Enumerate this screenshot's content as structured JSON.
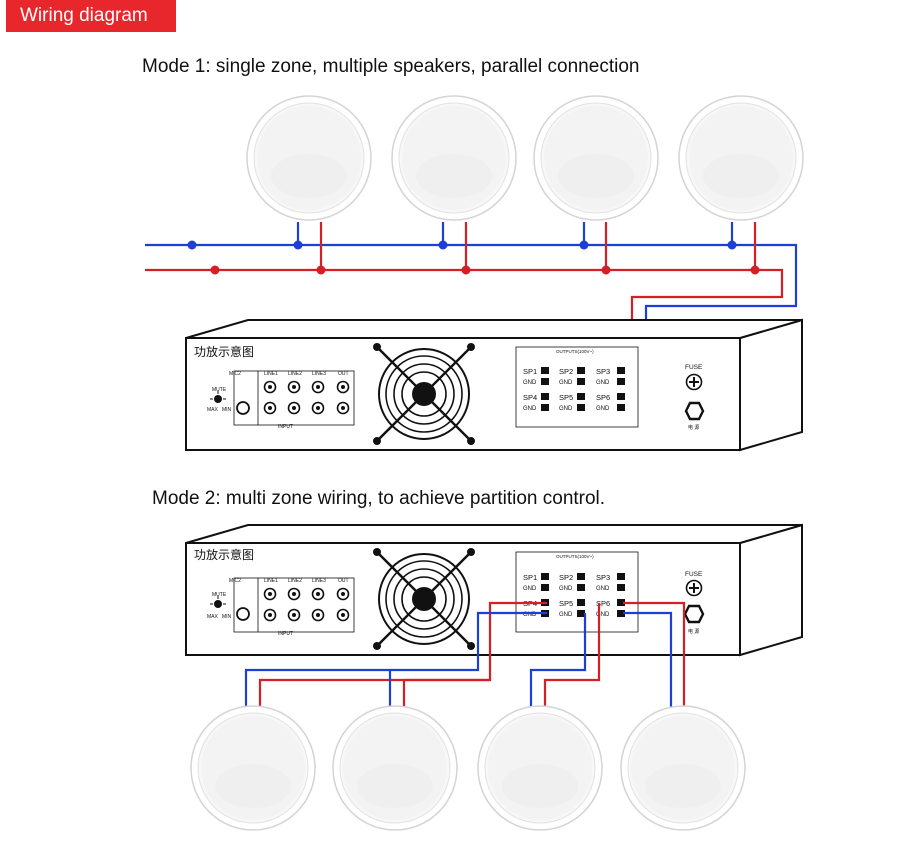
{
  "header": {
    "tag": "Wiring diagram"
  },
  "mode1": {
    "heading": "Mode 1: single zone, multiple speakers, parallel connection"
  },
  "mode2": {
    "heading": "Mode 2: multi zone wiring, to achieve partition control."
  },
  "amplifier": {
    "title": "功放示意图",
    "mic_label": "MIC2",
    "mute_label": "MUTE",
    "max_label": "MAX",
    "min_label": "MIN",
    "line_labels": [
      "LINE1",
      "LINE2",
      "LINE3",
      "OUT"
    ],
    "input_label": "INPUT",
    "outputs_label": "OUTPUTS(100V~)",
    "sp_labels": [
      "SP1",
      "SP2",
      "SP3",
      "SP4",
      "SP5",
      "SP6"
    ],
    "gnd_label": "GND",
    "fuse_label": "FUSE",
    "power_label": "电 源"
  },
  "colors": {
    "header_bg": "#e8272c",
    "wire_blue": "#1c3fd8",
    "wire_red": "#d41f26",
    "outline": "#111111"
  },
  "icons": [
    "fan-grille-icon",
    "fuse-icon",
    "power-switch-icon",
    "ceiling-speaker-icon",
    "knob-icon",
    "rca-jack-icon"
  ]
}
